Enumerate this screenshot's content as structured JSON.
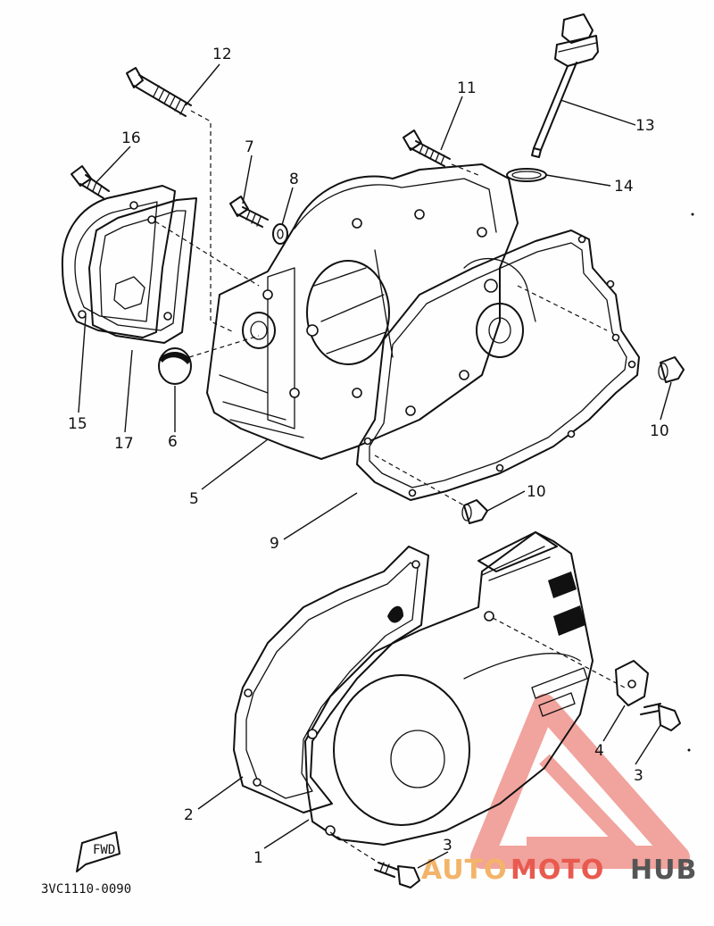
{
  "callouts": {
    "c1": "1",
    "c2": "2",
    "c3a": "3",
    "c3b": "3",
    "c4": "4",
    "c5": "5",
    "c6": "6",
    "c7": "7",
    "c8": "8",
    "c9": "9",
    "c10a": "10",
    "c10b": "10",
    "c11": "11",
    "c12": "12",
    "c13": "13",
    "c14": "14",
    "c15": "15",
    "c16": "16",
    "c17": "17"
  },
  "diagram_code": "3VC1110-0090",
  "fwd_label": "FWD",
  "watermark": {
    "word1": "AUTO",
    "word2": "MOTO",
    "word3": "HUB"
  },
  "colors": {
    "ink": "#111111",
    "logo_red": "#e85a4f",
    "logo_orange": "#f3b46a",
    "logo_gray": "#555555"
  }
}
